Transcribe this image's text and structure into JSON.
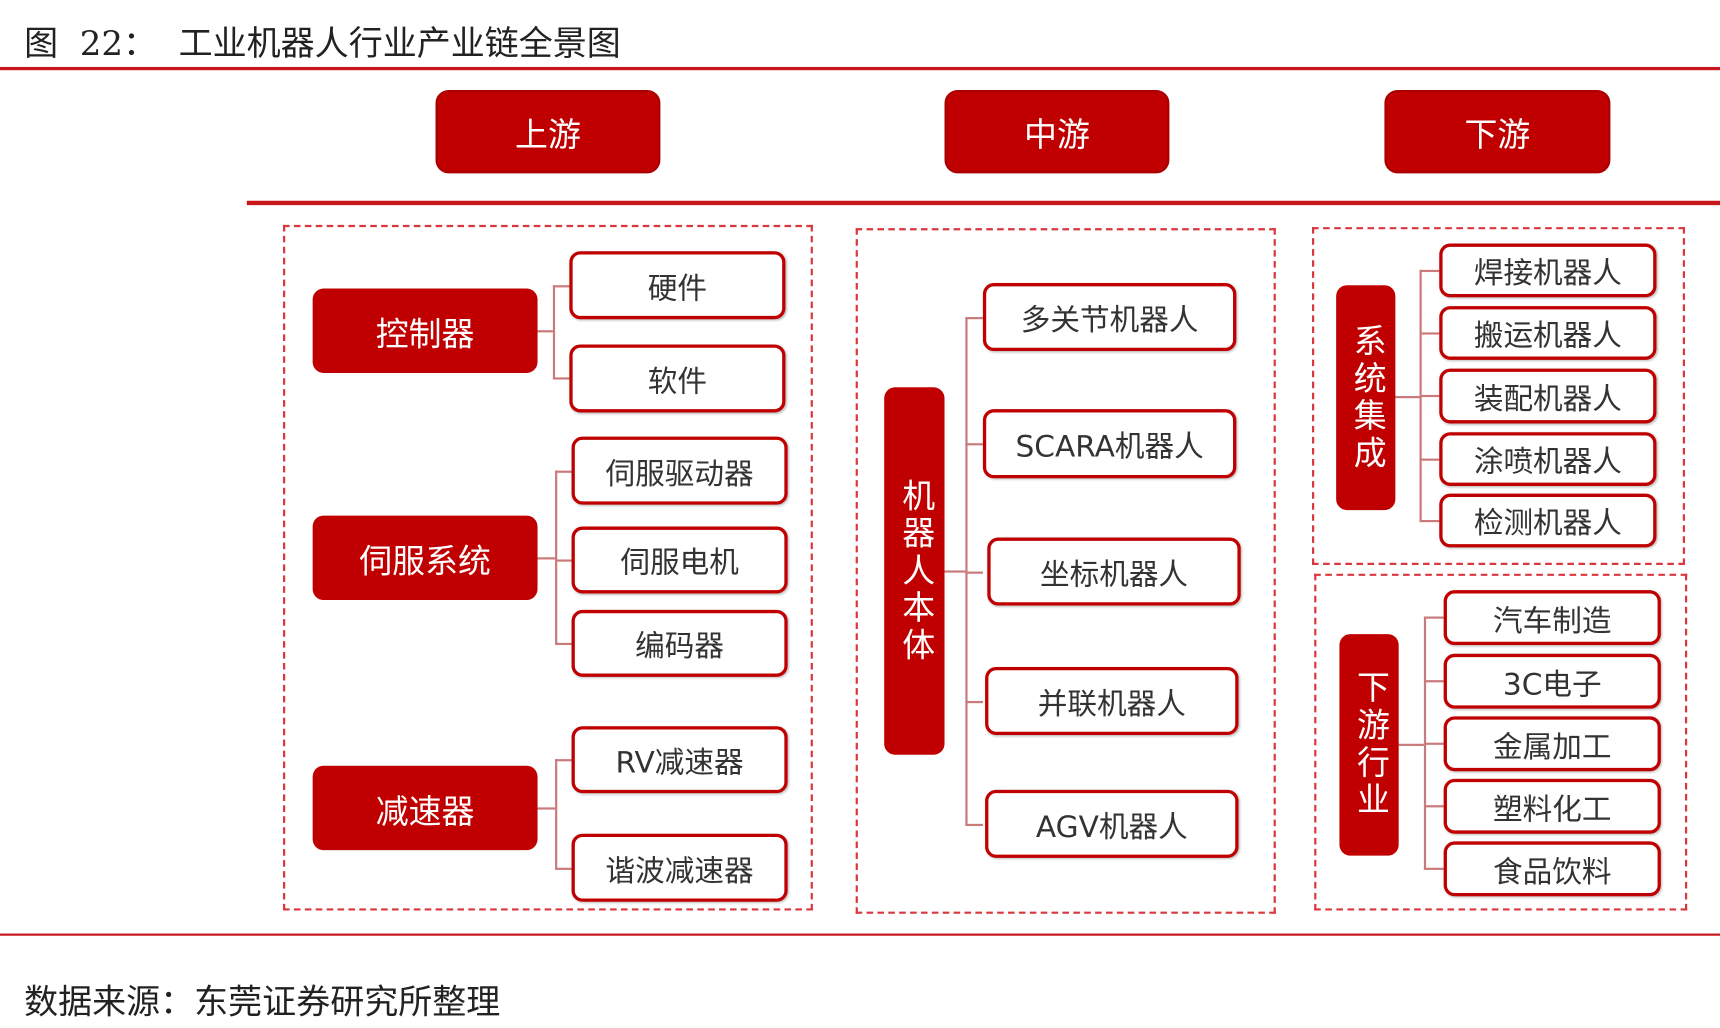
{
  "title": "图  22：  工业机器人行业产业链全景图",
  "headers": [
    "上游",
    "中游",
    "下游"
  ],
  "upstream": {
    "groups": [
      {
        "label": "控制器",
        "items": [
          "硬件",
          "软件"
        ]
      },
      {
        "label": "伺服系统",
        "items": [
          "伺服驱动器",
          "伺服电机",
          "编码器"
        ]
      },
      {
        "label": "减速器",
        "items": [
          "RV减速器",
          "谐波减速器"
        ]
      }
    ]
  },
  "midstream": {
    "label": "机器人本体",
    "items": [
      "多关节机器人",
      "SCARA机器人",
      "坐标机器人",
      "并联机器人",
      "AGV机器人"
    ]
  },
  "downstream": {
    "integration": {
      "label": "系统集成",
      "items": [
        "焊接机器人",
        "搬运机器人",
        "装配机器人",
        "涂喷机器人",
        "检测机器人"
      ]
    },
    "industries": {
      "label": "下游行业",
      "items": [
        "汽车制造",
        "3C电子",
        "金属加工",
        "塑料化工",
        "食品饮料"
      ]
    }
  },
  "source": "数据来源：东莞证券研究所整理",
  "colors": {
    "accent": "#c00000"
  }
}
